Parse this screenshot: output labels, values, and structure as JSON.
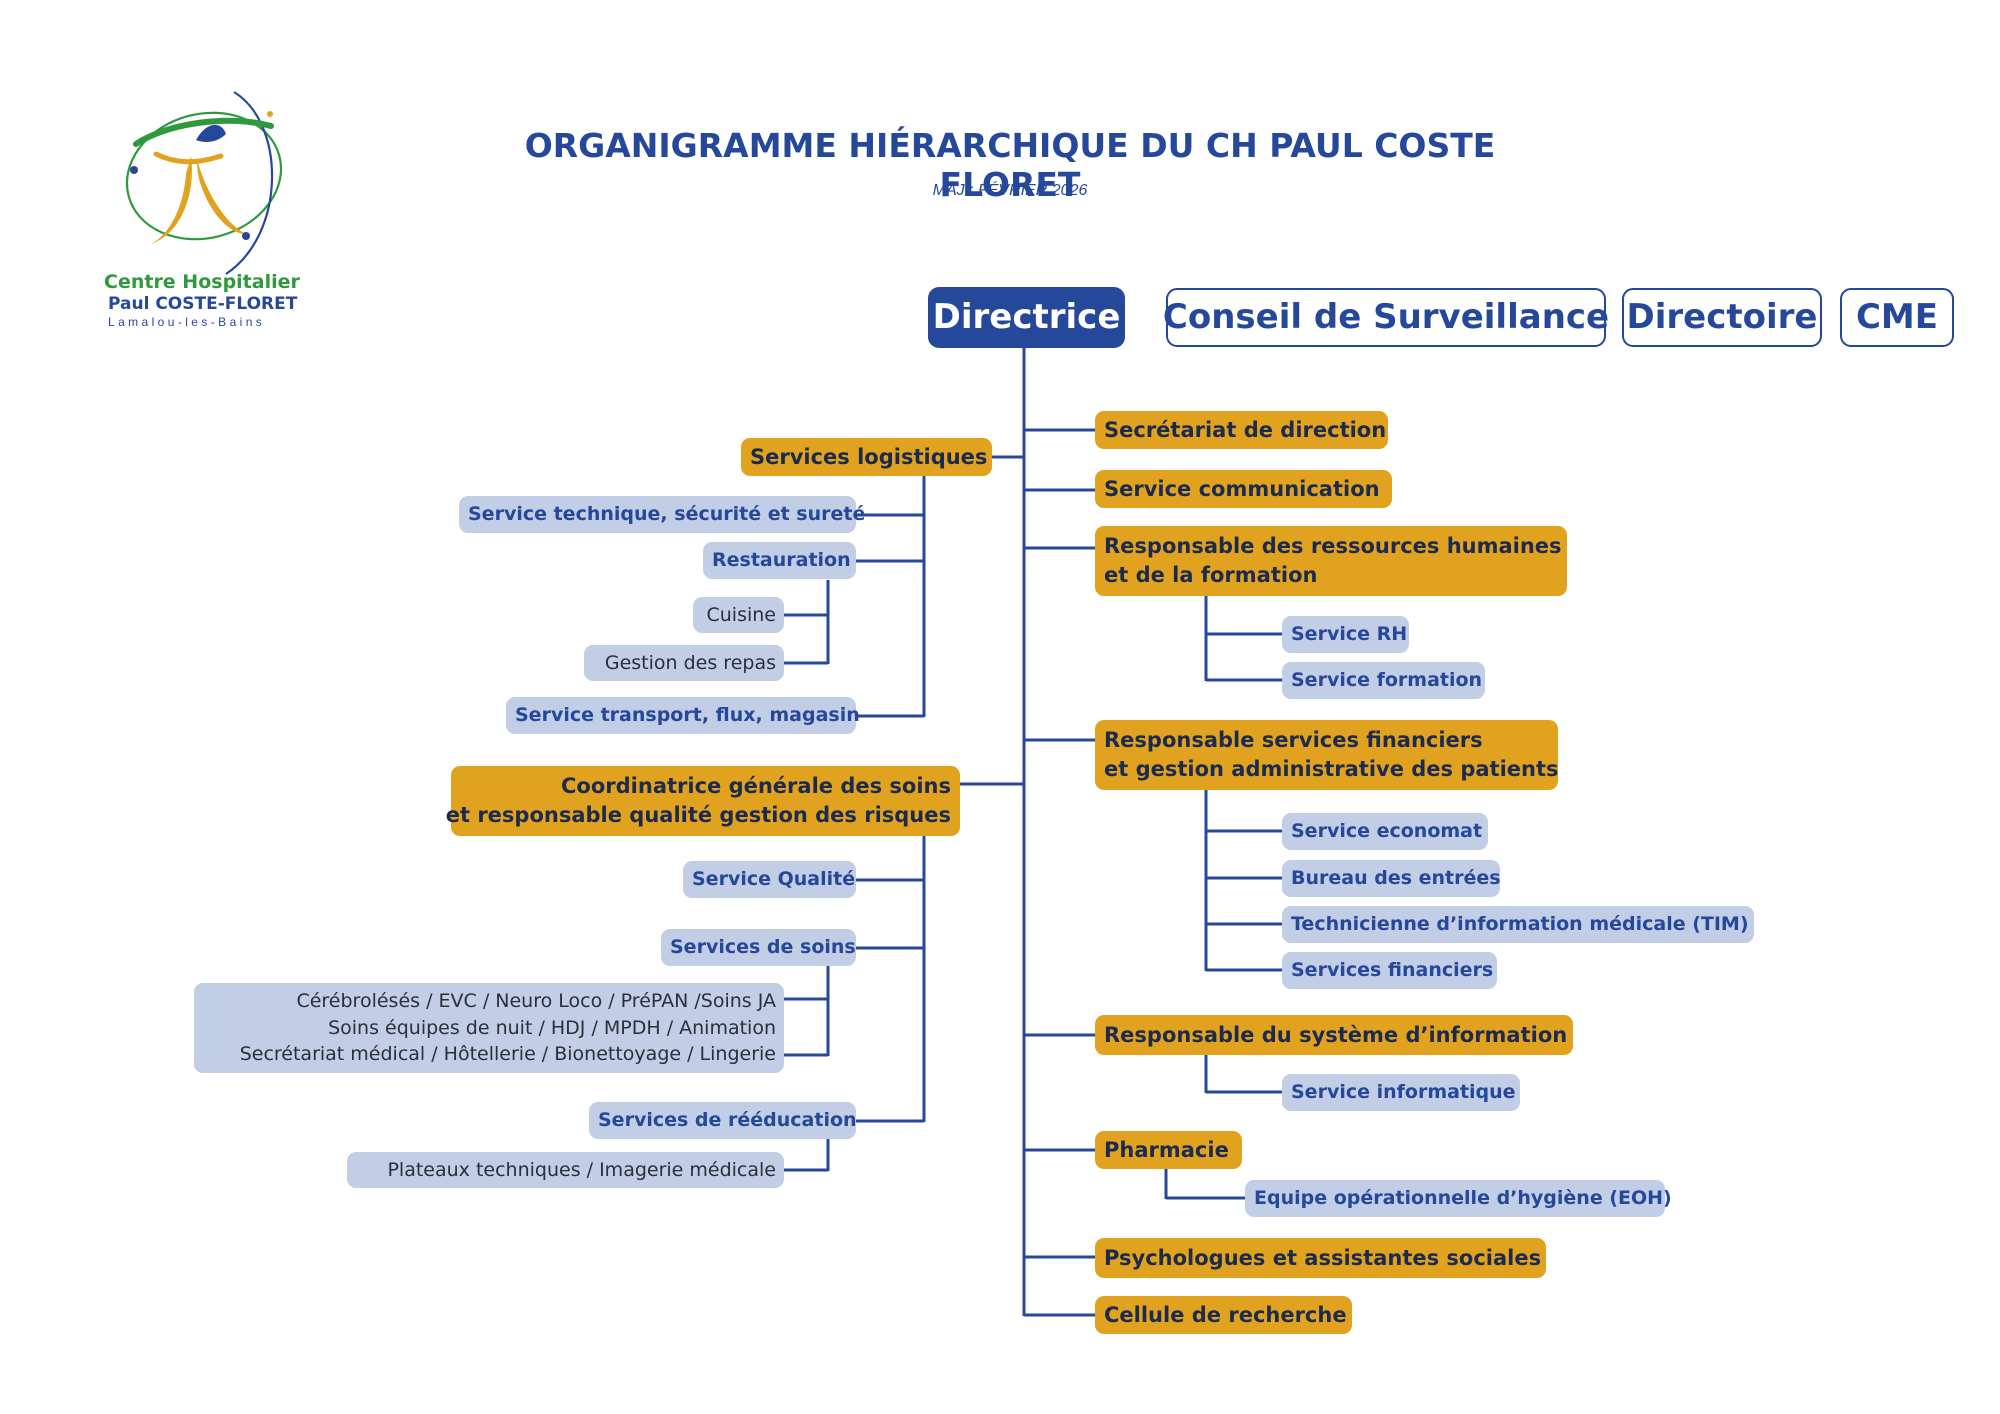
{
  "header": {
    "title": "ORGANIGRAMME HIÉRARCHIQUE DU CH PAUL COSTE FLORET",
    "subtitle": "MÀJ : FÉVRIER 2026"
  },
  "logo": {
    "line1": "Centre Hospitalier",
    "line2": "Paul COSTE-FLORET",
    "line3": "Lamalou-les-Bains"
  },
  "colors": {
    "primary_blue": "#26489a",
    "gold": "#e1a31f",
    "light_blue": "#c2cde6",
    "dark_text": "#1c2a4e",
    "logo_green": "#2f9a3d"
  },
  "top_boxes": {
    "directrice": "Directrice",
    "conseil": "Conseil de Surveillance",
    "directoire": "Directoire",
    "cme": "CME"
  },
  "left": {
    "logistique": {
      "label": "Services logistiques",
      "technique": "Service technique, sécurité et sureté",
      "restauration": "Restauration",
      "cuisine": "Cuisine",
      "repas": "Gestion des repas",
      "transport": "Service transport, flux, magasin"
    },
    "soins": {
      "label": "Coordinatrice générale des soins\net responsable qualité gestion des risques",
      "qualite": "Service Qualité",
      "services_soins": "Services de soins",
      "unites": "Cérébrolésés / EVC / Neuro Loco / PréPAN /Soins JA\nSoins équipes de nuit / HDJ / MPDH / Animation\nSecrétariat médical / Hôtellerie / Bionettoyage / Lingerie",
      "reeducation": "Services de rééducation",
      "plateaux": "Plateaux techniques / Imagerie médicale"
    }
  },
  "right": {
    "secretariat": "Secrétariat de direction",
    "communication": "Service communication",
    "rh": {
      "label": "Responsable des ressources humaines\net de la formation",
      "service_rh": "Service RH",
      "formation": "Service formation"
    },
    "finance": {
      "label": "Responsable services financiers\net gestion administrative des patients",
      "economat": "Service economat",
      "entrees": "Bureau des entrées",
      "tim": "Technicienne d’information médicale (TIM)",
      "financiers": "Services financiers"
    },
    "si": {
      "label": "Responsable du système d’information",
      "informatique": "Service informatique"
    },
    "pharmacie": {
      "label": "Pharmacie",
      "eoh": "Equipe opérationnelle d’hygiène (EOH)"
    },
    "psychologues": "Psychologues et assistantes sociales",
    "recherche": "Cellule de recherche"
  }
}
